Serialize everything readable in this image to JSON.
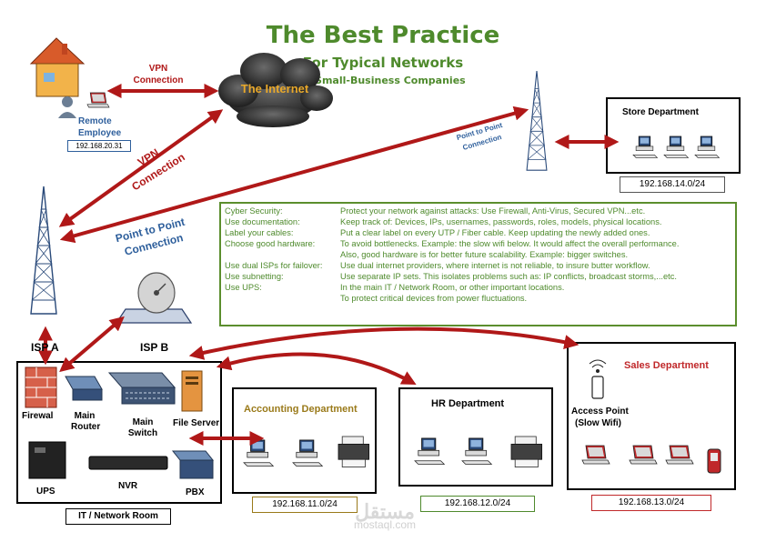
{
  "title": "The Best Practice",
  "subtitle": "For Typical Networks",
  "subsubtitle": "In Small-Business Companies",
  "internet_label": "The Internet",
  "remote": {
    "label_line1": "Remote",
    "label_line2": "Employee",
    "ip": "192.168.20.31"
  },
  "links": {
    "vpn_top": [
      "VPN",
      "Connection"
    ],
    "vpn_diag": [
      "VPN",
      "Connection"
    ],
    "p2p_left": [
      "Point to Point",
      "Connection"
    ],
    "p2p_right": [
      "Point to Point",
      "Connection"
    ]
  },
  "isp_a": "ISP A",
  "isp_b": "ISP B",
  "store": {
    "title": "Store Department",
    "ip": "192.168.14.0/24"
  },
  "it_room": {
    "title": "IT / Network Room",
    "devices": [
      "Firewal",
      "Main Router",
      "Main Switch",
      "File Server",
      "UPS",
      "NVR",
      "PBX"
    ]
  },
  "accounting": {
    "title": "Accounting Department",
    "ip": "192.168.11.0/24"
  },
  "hr": {
    "title": "HR Department",
    "ip": "192.168.12.0/24"
  },
  "sales": {
    "title": "Sales Department",
    "access_point": [
      "Access Point",
      "(Slow Wifi)"
    ],
    "ip": "192.168.13.0/24"
  },
  "notes": [
    {
      "k": "Cyber Security:",
      "v": "Protect your network against attacks: Use Firewall, Anti-Virus, Secured VPN...etc."
    },
    {
      "k": "Use documentation:",
      "v": "Keep track of: Devices, IPs, usernames, passwords, roles, models, physical locations."
    },
    {
      "k": "Label your cables:",
      "v": "Put a clear label on every UTP / Fiber cable. Keep updating the newly added ones."
    },
    {
      "k": "Choose good hardware:",
      "v": "To avoid bottlenecks. Example: the slow wifi below. It would affect the overall performance."
    },
    {
      "k": "",
      "v": "Also, good hardware is for better future scalability. Example: bigger switches."
    },
    {
      "k": "Use dual ISPs for failover:",
      "v": "Use dual internet providers, where internet is not reliable, to insure butter workflow."
    },
    {
      "k": "Use subnetting:",
      "v": "Use separate IP sets. This isolates problems such as: IP conflicts, broadcast storms,...etc."
    },
    {
      "k": "Use UPS:",
      "v": "In the main IT / Network Room, or other important locations."
    },
    {
      "k": "",
      "v": "To protect critical devices from power fluctuations."
    }
  ],
  "watermark": {
    "arabic": "مستقل",
    "latin": "mostaql.com"
  },
  "colors": {
    "green": "#4e8a2c",
    "red_arrow": "#b01818",
    "blue_text": "#2e5f9c",
    "sales_red": "#c0282a",
    "accounting_gold": "#9a7a1a"
  }
}
